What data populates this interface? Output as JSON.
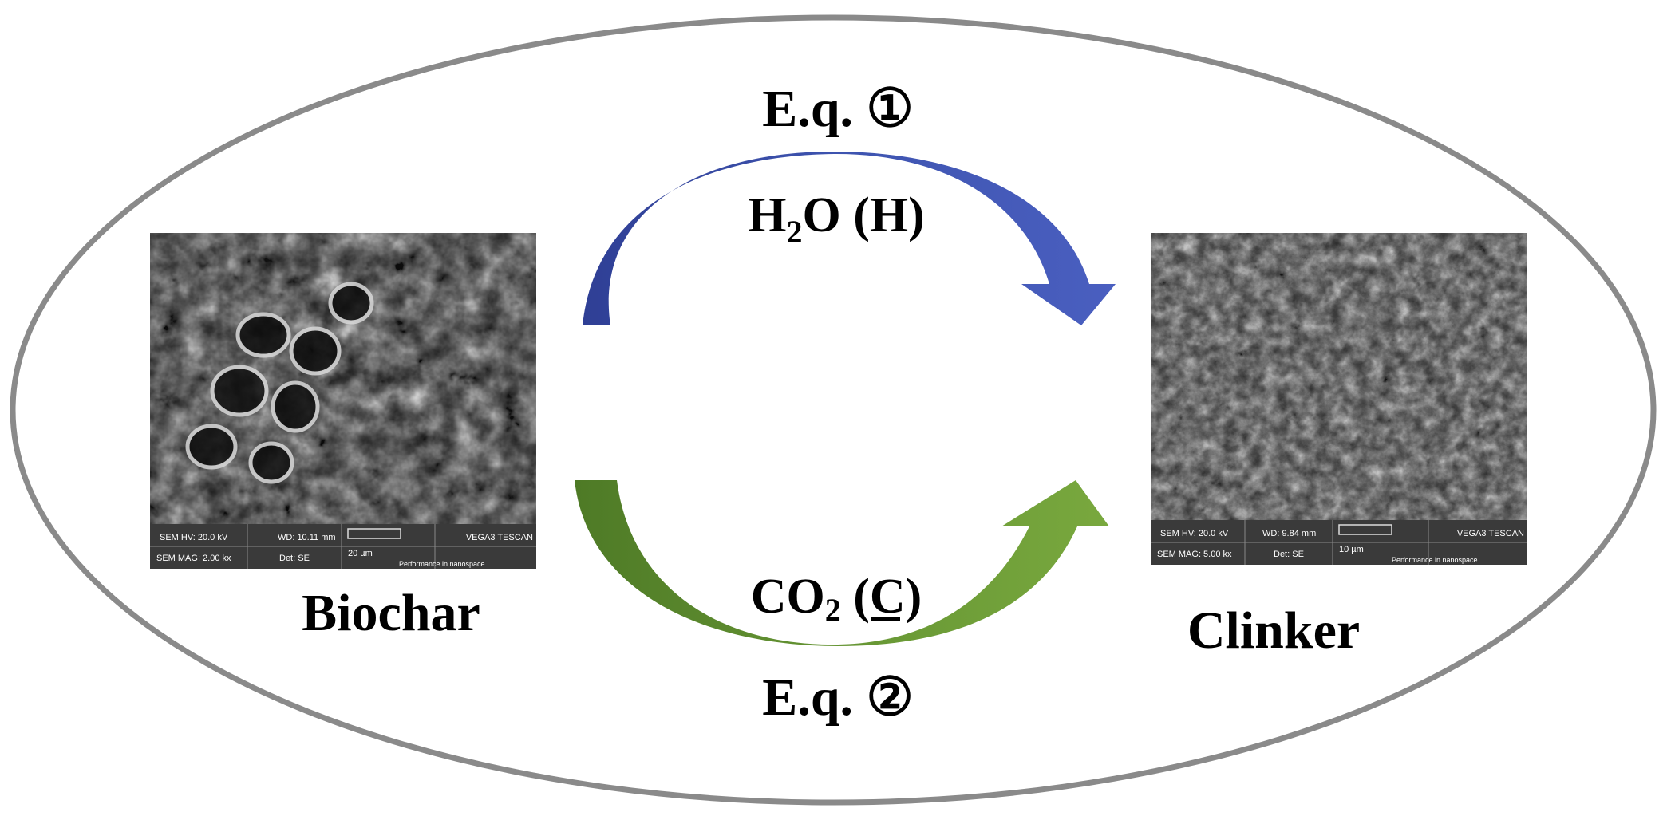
{
  "equation_top": "E.q. ①",
  "equation_bottom": "E.q. ②",
  "arrow_top": {
    "formula_main": "H",
    "formula_sub": "2",
    "formula_rest": "O (",
    "symbol": "H",
    "formula_close": ")",
    "color": "#3a4faa"
  },
  "arrow_bottom": {
    "formula_main": "CO",
    "formula_sub": "2",
    "formula_rest": " (",
    "symbol": "C",
    "formula_close": ")",
    "color": "#5e8f2e"
  },
  "left_panel": {
    "caption": "Biochar",
    "sem": {
      "hv": "SEM HV: 20.0 kV",
      "wd": "WD: 10.11 mm",
      "brand": "VEGA3 TESCAN",
      "mag": "SEM MAG: 2.00 kx",
      "det": "Det: SE",
      "scale": "20 µm",
      "slogan": "Performance in nanospace"
    }
  },
  "right_panel": {
    "caption": "Clinker",
    "sem": {
      "hv": "SEM HV: 20.0 kV",
      "wd": "WD: 9.84 mm",
      "brand": "VEGA3 TESCAN",
      "mag": "SEM MAG: 5.00 kx",
      "det": "Det: SE",
      "scale": "10 µm",
      "slogan": "Performance in nanospace"
    }
  },
  "colors": {
    "ellipse_stroke": "#8a8a8a",
    "top_arrow": "#3a4faa",
    "bottom_arrow": "#5e8f2e"
  }
}
